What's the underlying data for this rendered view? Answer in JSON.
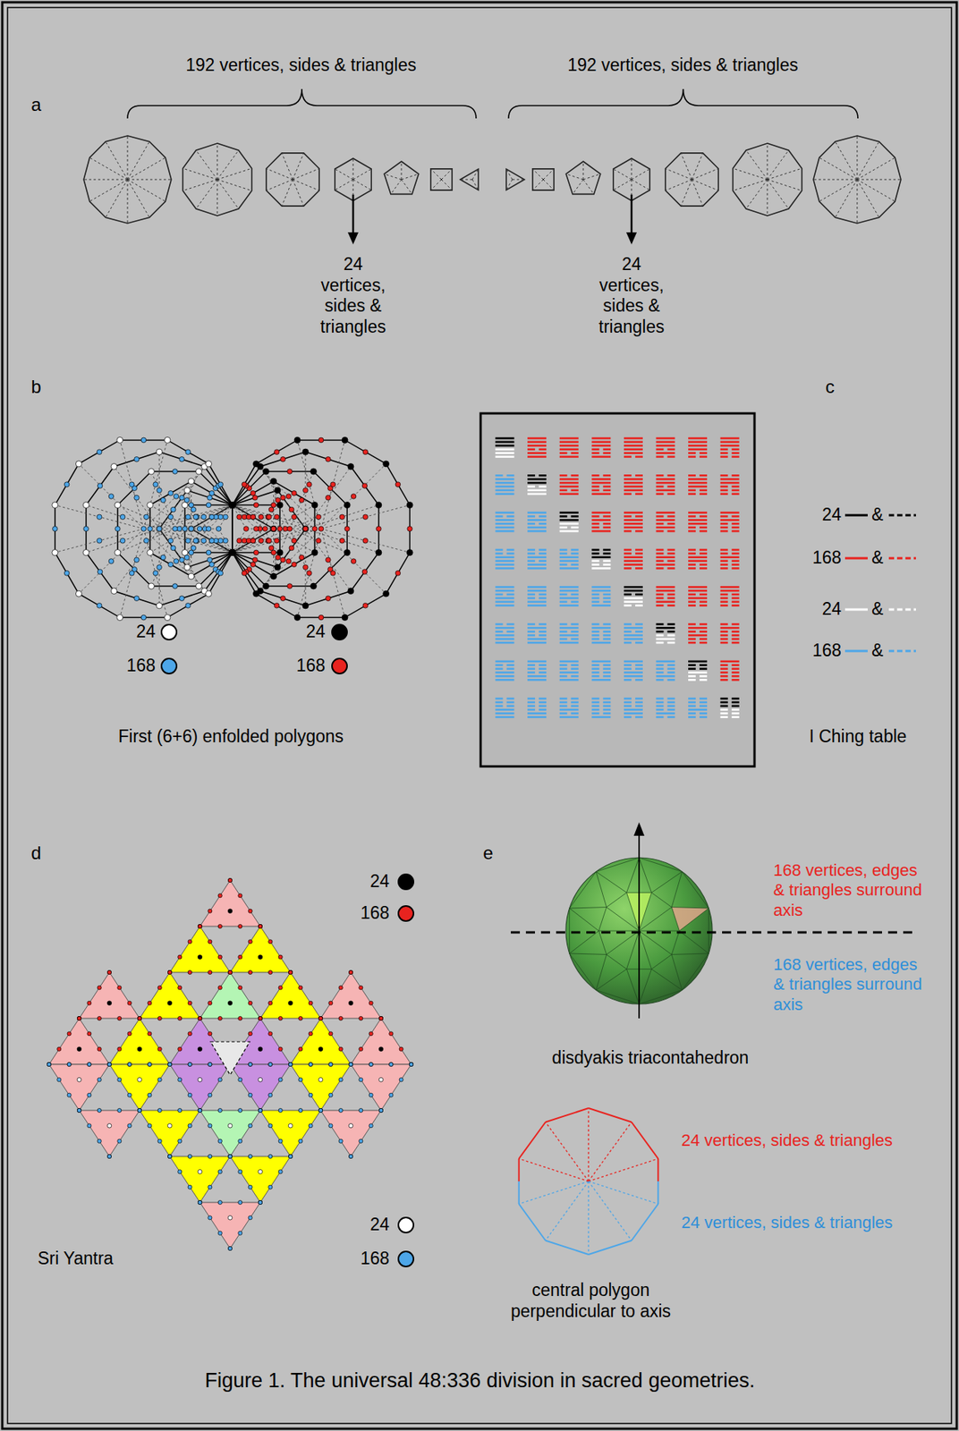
{
  "diagram": {
    "caption": "Figure 1. The universal 48:336 division in sacred geometries.",
    "labels": [
      "a",
      "192 vertices, sides & triangles",
      "192 vertices, sides & triangles",
      "24 vertices, sides & triangles",
      "24 vertices, sides & triangles",
      "b",
      "First (6+6) enfolded polygons",
      "c",
      "&",
      "&",
      "&",
      "&",
      "I Ching table",
      "d",
      "Sri Yantra",
      "e",
      "168 vertices, edges & triangles surround axis",
      "168 vertices, edges & triangles surround axis",
      "disdyakis triacontahedron",
      "24 vertices, sides & triangles",
      "24 vertices, sides & triangles",
      "central polygon perpendicular to axis"
    ],
    "legend": [
      {
        "text": "24",
        "color": "#ffffff"
      },
      {
        "text": "168",
        "color": "#4da6e8"
      },
      {
        "text": "24",
        "color": "#000000"
      },
      {
        "text": "168",
        "color": "#e8231f"
      },
      {
        "text": "24"
      },
      {
        "text": "168"
      },
      {
        "text": "24"
      },
      {
        "text": "168"
      },
      {
        "text": "24",
        "color": "#000000"
      },
      {
        "text": "168",
        "color": "#e8231f"
      },
      {
        "text": "24",
        "color": "#ffffff"
      },
      {
        "text": "168",
        "color": "#4da6e8"
      }
    ]
  }
}
